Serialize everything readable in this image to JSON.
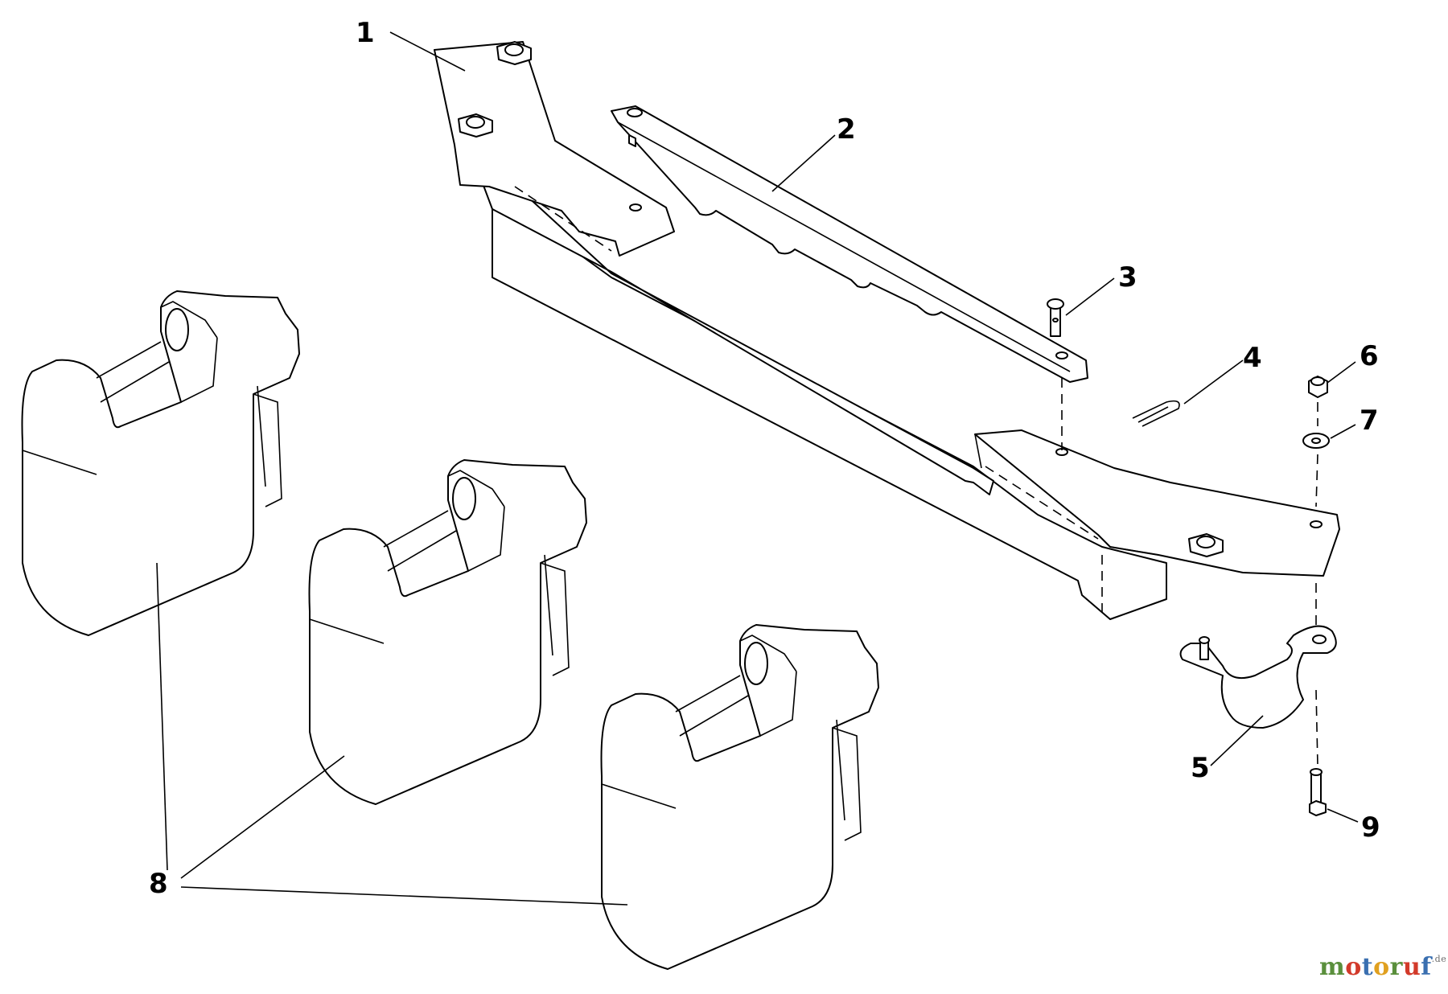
{
  "callouts": [
    {
      "id": "1",
      "label": "1"
    },
    {
      "id": "2",
      "label": "2"
    },
    {
      "id": "3",
      "label": "3"
    },
    {
      "id": "4",
      "label": "4"
    },
    {
      "id": "5",
      "label": "5"
    },
    {
      "id": "6",
      "label": "6"
    },
    {
      "id": "7",
      "label": "7"
    },
    {
      "id": "8",
      "label": "8"
    },
    {
      "id": "9",
      "label": "9"
    }
  ],
  "watermark": {
    "letters": [
      "m",
      "o",
      "t",
      "o",
      "r",
      "u",
      "f"
    ],
    "colors": [
      "#5a8f3c",
      "#d23a2a",
      "#3a6fb0",
      "#e0a020",
      "#5a8f3c",
      "#d23a2a",
      "#3a6fb0"
    ],
    "suffix": ".de"
  }
}
